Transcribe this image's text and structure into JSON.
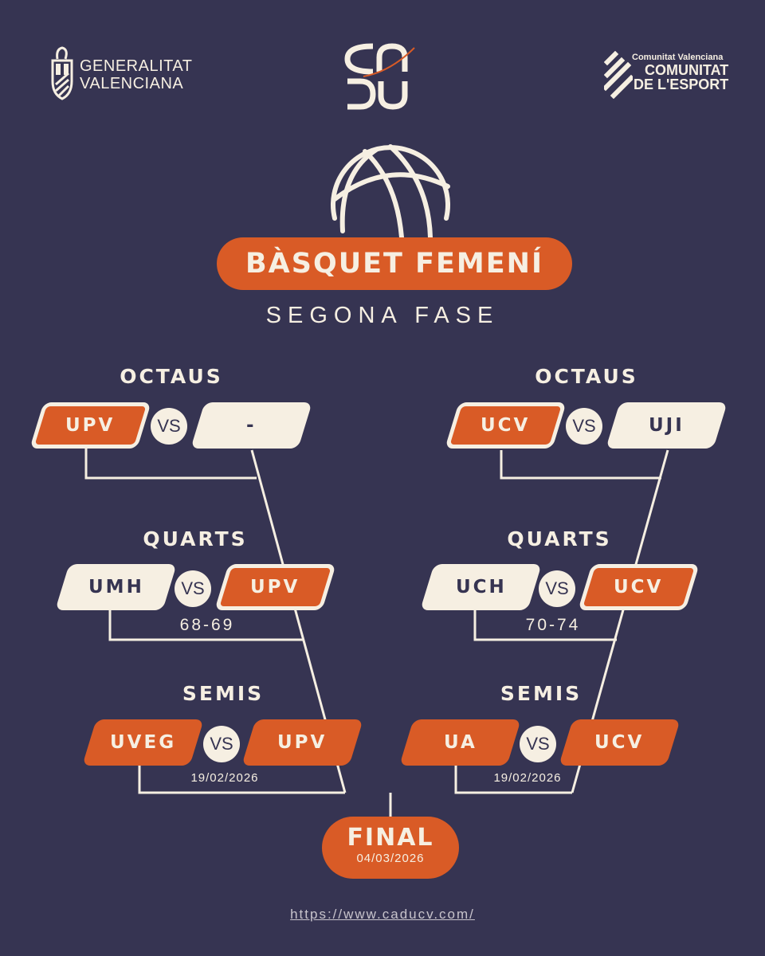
{
  "header": {
    "left_logo": "GENERALITAT\nVALENCIANA",
    "center_logo": "CADU",
    "right_logo_small": "Comunitat Valenciana",
    "right_logo_big": "COMUNITAT\nDE L'ESPORT"
  },
  "title": "BÀSQUET FEMENÍ",
  "subtitle": "SEGONA FASE",
  "bracket": {
    "left": {
      "octaus": {
        "label": "OCTAUS",
        "team1": "UPV",
        "vs": "VS",
        "team2": "-"
      },
      "quarts": {
        "label": "QUARTS",
        "team1": "UMH",
        "vs": "VS",
        "team2": "UPV",
        "score": "68-69"
      },
      "semis": {
        "label": "SEMIS",
        "team1": "UVEG",
        "vs": "VS",
        "team2": "UPV",
        "date": "19/02/2026"
      }
    },
    "right": {
      "octaus": {
        "label": "OCTAUS",
        "team1": "UCV",
        "vs": "VS",
        "team2": "UJI"
      },
      "quarts": {
        "label": "QUARTS",
        "team1": "UCH",
        "vs": "VS",
        "team2": "UCV",
        "score": "70-74"
      },
      "semis": {
        "label": "SEMIS",
        "team1": "UA",
        "vs": "VS",
        "team2": "UCV",
        "date": "19/02/2026"
      }
    },
    "final": {
      "label": "FINAL",
      "date": "04/03/2026"
    }
  },
  "footer": {
    "url": "https://www.caducv.com/"
  },
  "colors": {
    "background": "#363452",
    "accent": "#d95b26",
    "cream": "#f6efe2"
  }
}
